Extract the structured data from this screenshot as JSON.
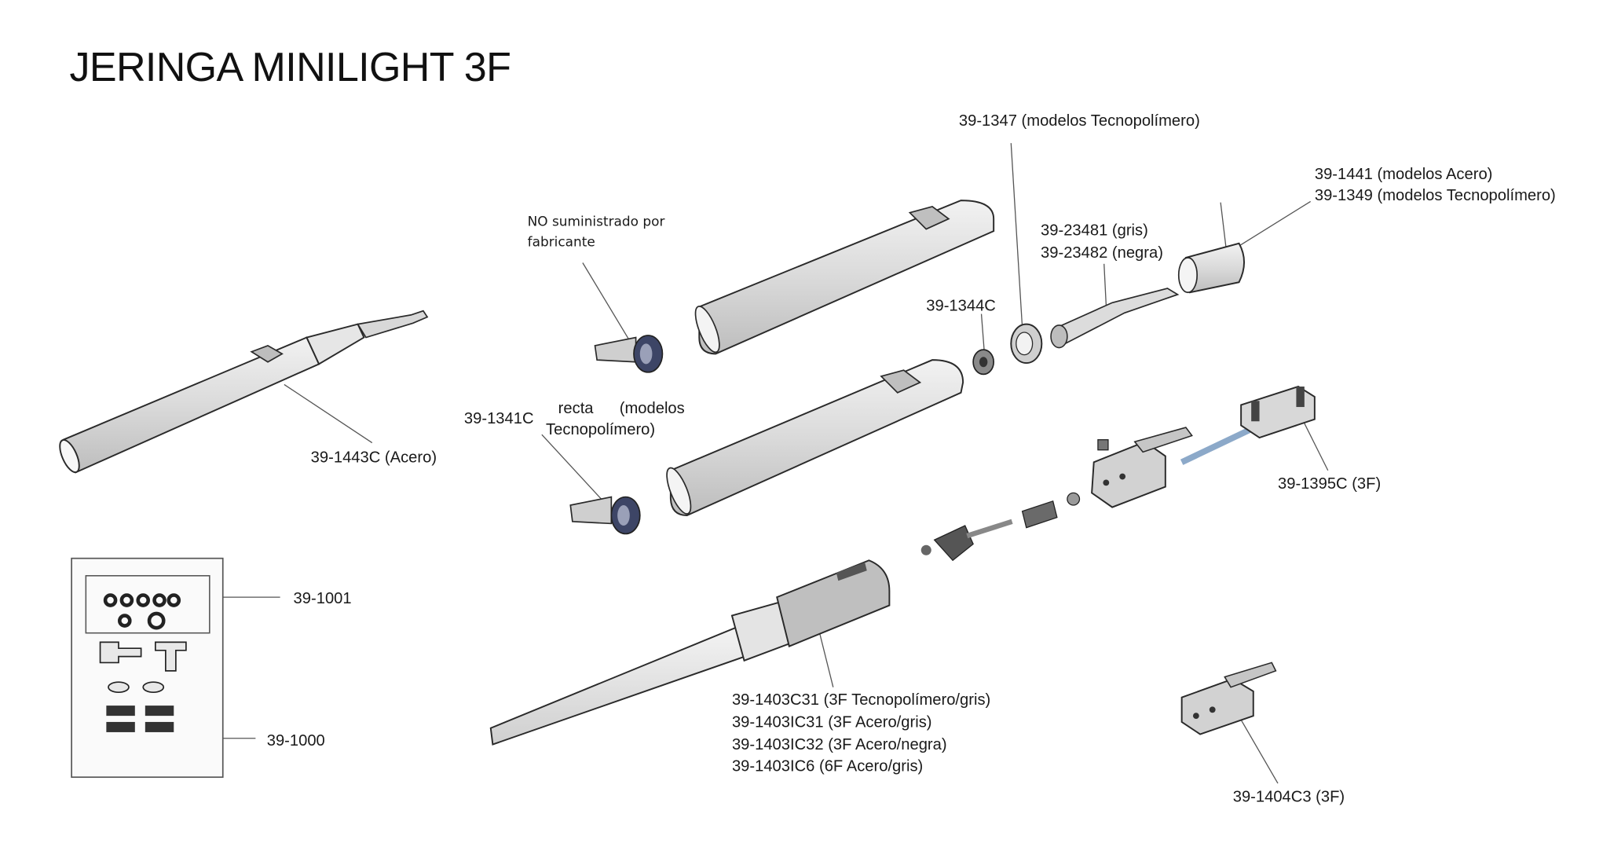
{
  "title": "JERINGA MINILIGHT 3F",
  "labels": {
    "p1347": "39-1347 (modelos Tecnopolímero)",
    "p1441": "39-1441 (modelos Acero)",
    "p1349": "39-1349 (modelos Tecnopolímero)",
    "p23481": "39-23481 (gris)",
    "p23482": "39-23482 (negra)",
    "not_supplied_1": "NO suministrado por",
    "not_supplied_2": "fabricante",
    "p1344": "39-1344C",
    "p1341": "39-1341C",
    "p1341_recta": "recta",
    "p1341_modelos": "(modelos",
    "p1341_tecno": "Tecnopolímero)",
    "p1443": "39-1443C (Acero)",
    "p1395": "39-1395C (3F)",
    "p1001": "39-1001",
    "p1000": "39-1000",
    "p1403c31": "39-1403C31 (3F Tecnopolímero/gris)",
    "p1403ic31": "39-1403IC31 (3F Acero/gris)",
    "p1403ic32": "39-1403IC32 (3F Acero/negra)",
    "p1403ic6": "39-1403IC6 (6F Acero/gris)",
    "p1404": "39-1404C3 (3F)"
  },
  "colors": {
    "body_gray": "#d9d9d9",
    "outline": "#2a2a2a",
    "navy_ring": "#3d4566",
    "rod_blue": "#8ca9c9"
  }
}
